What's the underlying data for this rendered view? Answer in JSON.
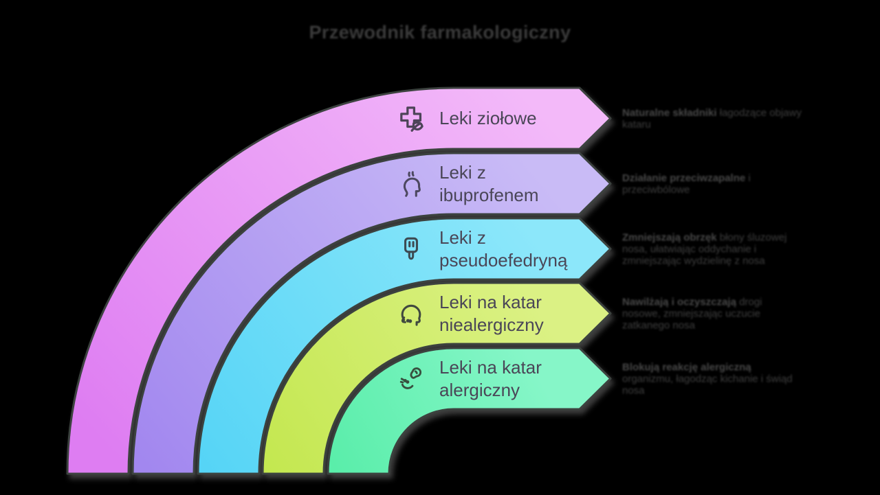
{
  "title": "Przewodnik farmakologiczny",
  "colors": {
    "background": "#000000",
    "outline": "#3c423f",
    "band_label_text": "#4a4657",
    "title_text": "#3b3b3b",
    "description_text": "#3e3e3e",
    "description_lead_text": "#484848"
  },
  "bands": [
    {
      "label": "Leki ziołowe",
      "icon": "herbal-cross-icon",
      "color_deep": "#de7df2",
      "color_light": "#f3b9f9",
      "description": {
        "lead": "Naturalne składniki",
        "text": " łagodzące objawy kataru"
      }
    },
    {
      "label": "Leki z ibuprofenem",
      "icon": "headache-head-icon",
      "color_deep": "#a287ef",
      "color_light": "#c9bbf6",
      "description": {
        "lead": "Działanie przeciwzapalne",
        "text": " i przeciwbólowe"
      }
    },
    {
      "label": "Leki z pseudoefedryną",
      "icon": "nasal-spray-icon",
      "color_deep": "#55d4f6",
      "color_light": "#8ce7fa",
      "description": {
        "lead": "Zmniejszają obrzęk",
        "text": " błony śluzowej nosa, ułatwiając oddychanie i zmniejszając wydzielinę z nosa"
      }
    },
    {
      "label": "Leki na katar niealergiczny",
      "icon": "runny-nose-head-icon",
      "color_deep": "#c3e74e",
      "color_light": "#dbf184",
      "description": {
        "lead": "Nawilżają i oczyszczają",
        "text": " drogi nosowe, zmniejszając uczucie zatkanego nosa"
      }
    },
    {
      "label": "Leki na katar alergiczny",
      "icon": "peanut-allergen-icon",
      "color_deep": "#57eda8",
      "color_light": "#86f6c8",
      "description": {
        "lead": "Blokują reakcję alergiczną",
        "text": " organizmu, łagodząc kichanie i świąd nosa"
      }
    }
  ]
}
